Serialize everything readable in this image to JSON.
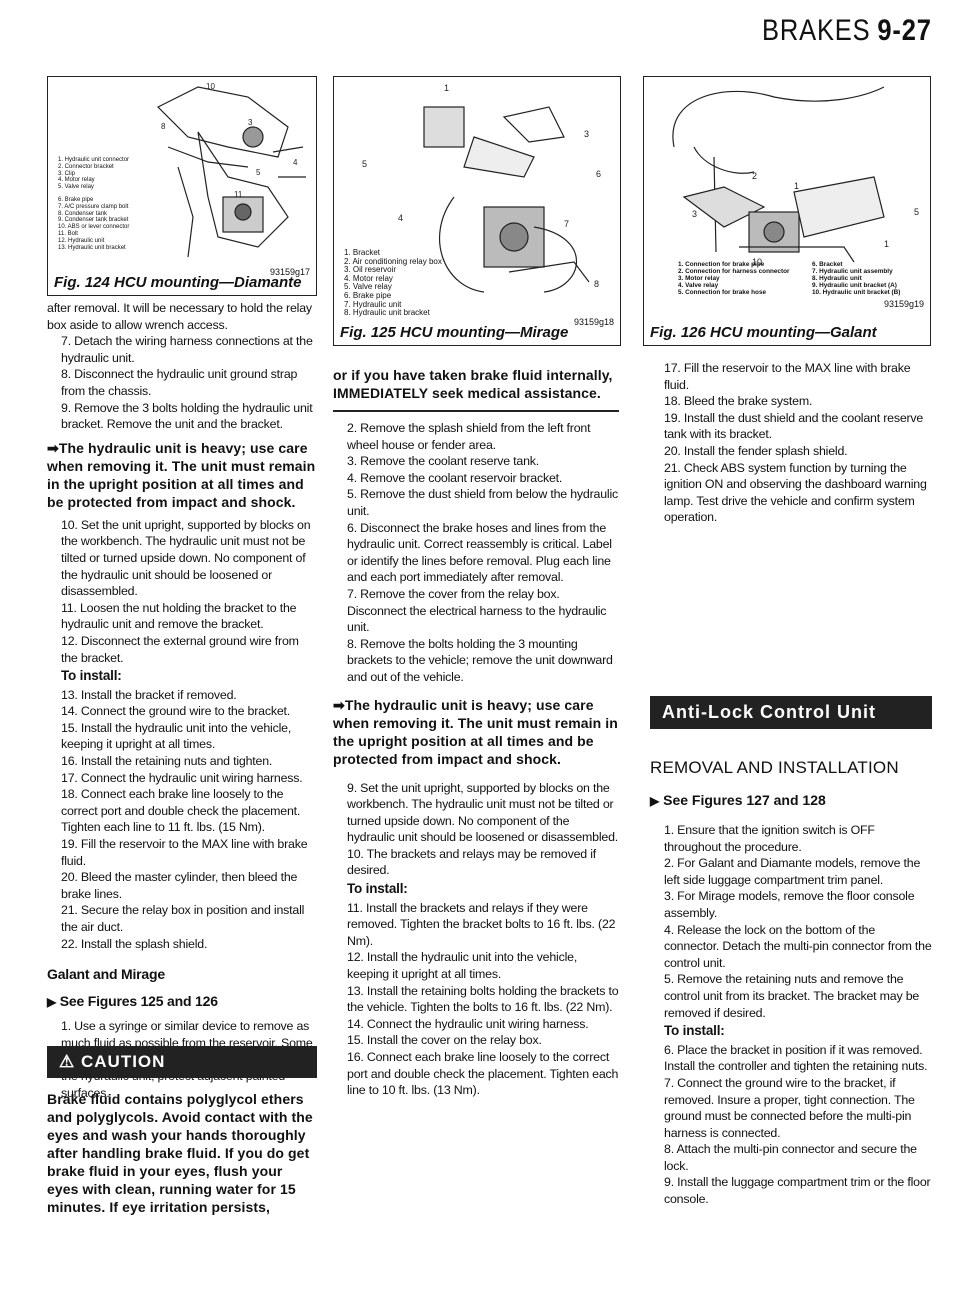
{
  "header": {
    "section": "BRAKES",
    "page": "9-27"
  },
  "fig124": {
    "caption": "Fig. 124 HCU mounting—Diamante",
    "id": "93159g17",
    "legend": [
      "1. Hydraulic unit connector",
      "2. Connector bracket",
      "3. Clip",
      "4. Motor relay",
      "5. Valve relay",
      "6. Brake pipe",
      "7. A/C pressure clamp bolt",
      "8. Condenser tank",
      "9. Condenser tank bracket",
      "10. ABS or lever connector",
      "11. Bolt",
      "12. Hydraulic unit",
      "13. Hydraulic unit bracket"
    ]
  },
  "fig125": {
    "caption": "Fig. 125 HCU mounting—Mirage",
    "id": "93159g18",
    "legend": [
      "1. Bracket",
      "2. Air conditioning relay box",
      "3. Oil reservoir",
      "4. Motor relay",
      "5. Valve relay",
      "6. Brake pipe",
      "7. Hydraulic unit",
      "8. Hydraulic unit bracket"
    ]
  },
  "fig126": {
    "caption": "Fig. 126 HCU mounting—Galant",
    "id": "93159g19",
    "legend_left": [
      "1. Connection for brake pipe",
      "2. Connection for harness connector",
      "3. Motor relay",
      "4. Valve relay",
      "5. Connection for brake hose"
    ],
    "legend_right": [
      "6. Bracket",
      "7. Hydraulic unit assembly",
      "8. Hydraulic unit",
      "9. Hydraulic unit bracket (A)",
      "10. Hydraulic unit bracket (B)"
    ]
  },
  "col1": {
    "p0": "after removal. It will be necessary to hold the relay box aside to allow wrench access.",
    "s7": "7. Detach the wiring harness connections at the hydraulic unit.",
    "s8": "8. Disconnect the hydraulic unit ground strap from the chassis.",
    "s9": "9. Remove the 3 bolts holding the hydraulic unit bracket. Remove the unit and the bracket.",
    "warn": "➡The hydraulic unit is heavy; use care when removing it. The unit must remain in the upright position at all times and be protected from impact and shock.",
    "s10": "10. Set the unit upright, supported by blocks on the workbench. The hydraulic unit must not be tilted or turned upside down. No component of the hydraulic unit should be loosened or disassembled.",
    "s11": "11. Loosen the nut holding the bracket to the hydraulic unit and remove the bracket.",
    "s12": "12. Disconnect the external ground wire from the bracket.",
    "install": "To install:",
    "s13": "13. Install the bracket if removed.",
    "s14": "14. Connect the ground wire to the bracket.",
    "s15": "15. Install the hydraulic unit into the vehicle, keeping it upright at all times.",
    "s16": "16. Install the retaining nuts and tighten.",
    "s17": "17. Connect the hydraulic unit wiring harness.",
    "s18": "18. Connect each brake line loosely to the correct port and double check the placement. Tighten each line to 11 ft. lbs. (15 Nm).",
    "s19": "19. Fill the reservoir to the MAX line with brake fluid.",
    "s20": "20. Bleed the master cylinder, then bleed the brake lines.",
    "s21": "21. Secure the relay box in position and install the air duct.",
    "s22": "22. Install the splash shield.",
    "heading": "Galant and Mirage",
    "see": "See Figures 125 and 126",
    "g1": "1. Use a syringe or similar device to remove as much fluid as possible from the reservoir. Some fluid will be spilled from lines during removal of the hydraulic unit; protect adjacent painted surfaces.",
    "caution": "CAUTION",
    "caution_text": "Brake fluid contains polyglycol ethers and polyglycols. Avoid contact with the eyes and wash your hands thoroughly after handling brake fluid. If you do get brake fluid in your eyes, flush your eyes with clean, running water for 15 minutes. If eye irritation persists,"
  },
  "col2": {
    "cont": "or if you have taken brake fluid internally, IMMEDIATELY seek medical assistance.",
    "s2": "2. Remove the splash shield from the left front wheel house or fender area.",
    "s3": "3. Remove the coolant reserve tank.",
    "s4": "4. Remove the coolant reservoir bracket.",
    "s5": "5. Remove the dust shield from below the hydraulic unit.",
    "s6": "6. Disconnect the brake hoses and lines from the hydraulic unit. Correct reassembly is critical. Label or identify the lines before removal. Plug each line and each port immediately after removal.",
    "s7": "7. Remove the cover from the relay box. Disconnect the electrical harness to the hydraulic unit.",
    "s8": "8. Remove the bolts holding the 3 mounting brackets to the vehicle; remove the unit downward and out of the vehicle.",
    "warn": "➡The hydraulic unit is heavy; use care when removing it. The unit must remain in the upright position at all times and be protected from impact and shock.",
    "s9": "9. Set the unit upright, supported by blocks on the workbench. The hydraulic unit must not be tilted or turned upside down. No component of the hydraulic unit should be loosened or disassembled.",
    "s10": "10. The brackets and relays may be removed if desired.",
    "install": "To install:",
    "s11": "11. Install the brackets and relays if they were removed. Tighten the bracket bolts to 16 ft. lbs. (22 Nm).",
    "s12": "12. Install the hydraulic unit into the vehicle, keeping it upright at all times.",
    "s13": "13. Install the retaining bolts holding the brackets to the vehicle. Tighten the bolts to 16 ft. lbs. (22 Nm).",
    "s14": "14. Connect the hydraulic unit wiring harness.",
    "s15": "15. Install the cover on the relay box.",
    "s16": "16. Connect each brake line loosely to the correct port and double check the placement. Tighten each line to 10 ft. lbs. (13 Nm)."
  },
  "col3": {
    "s17": "17. Fill the reservoir to the MAX line with brake fluid.",
    "s18": "18. Bleed the brake system.",
    "s19": "19. Install the dust shield and the coolant reserve tank with its bracket.",
    "s20": "20. Install the fender splash shield.",
    "s21": "21. Check ABS system function by turning the ignition ON and observing the dashboard warning lamp. Test drive the vehicle and confirm system operation.",
    "banner": "Anti-Lock Control Unit",
    "section": "REMOVAL AND INSTALLATION",
    "see": "See Figures 127 and 128",
    "r1": "1. Ensure that the ignition switch is OFF throughout the procedure.",
    "r2": "2. For Galant and Diamante models, remove the left side luggage compartment trim panel.",
    "r3": "3. For Mirage models, remove the floor console assembly.",
    "r4": "4. Release the lock on the bottom of the connector. Detach the multi-pin connector from the control unit.",
    "r5": "5. Remove the retaining nuts and remove the control unit from its bracket. The bracket may be removed if desired.",
    "install": "To install:",
    "r6": "6. Place the bracket in position if it was removed. Install the controller and tighten the retaining nuts.",
    "r7": "7. Connect the ground wire to the bracket, if removed. Insure a proper, tight connection. The ground must be connected before the multi-pin harness is connected.",
    "r8": "8. Attach the multi-pin connector and secure the lock.",
    "r9": "9. Install the luggage compartment trim or the floor console."
  }
}
